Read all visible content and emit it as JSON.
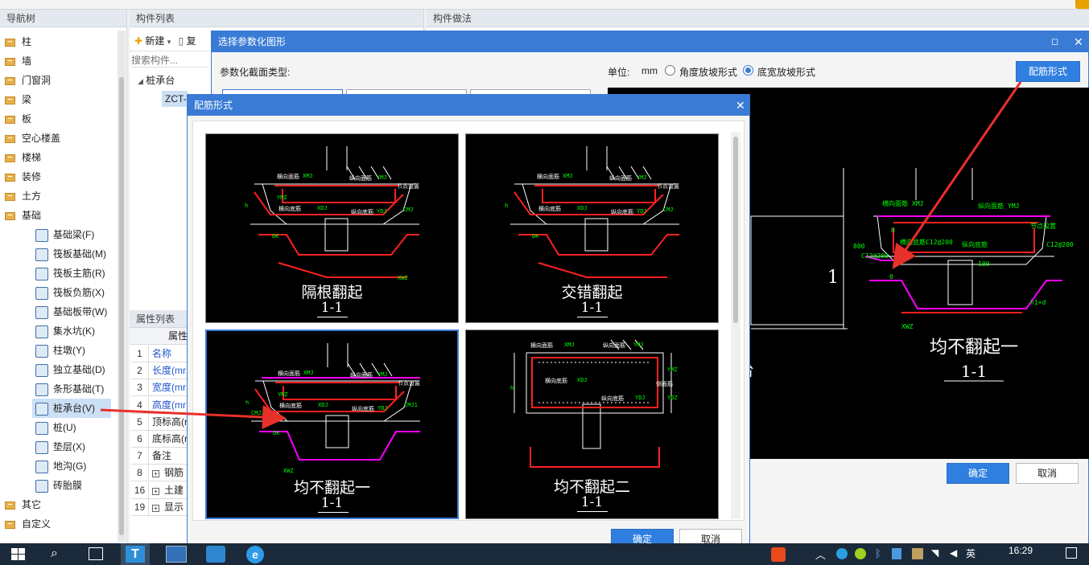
{
  "nav": {
    "title": "导航树",
    "folders_top": [
      "柱",
      "墙",
      "门窗洞",
      "梁",
      "板",
      "空心楼盖",
      "楼梯",
      "装修",
      "土方",
      "基础"
    ],
    "sub_items": [
      "基础梁(F)",
      "筏板基础(M)",
      "筏板主筋(R)",
      "筏板负筋(X)",
      "基础板带(W)",
      "集水坑(K)",
      "柱墩(Y)",
      "独立基础(D)",
      "条形基础(T)",
      "桩承台(V)",
      "桩(U)",
      "垫层(X)",
      "地沟(G)",
      "砖胎膜"
    ],
    "folders_bottom": [
      "其它",
      "自定义"
    ]
  },
  "component_list": {
    "title": "构件列表",
    "new_label": "新建",
    "new_arrow": "▾",
    "copy_label": "复",
    "search_placeholder": "搜索构件...",
    "tree_root": "桩承台",
    "tree_child": "ZCT-"
  },
  "component_method": {
    "title": "构件做法"
  },
  "properties": {
    "title": "属性列表",
    "header": "属性",
    "rows": [
      {
        "n": "1",
        "label": "名称"
      },
      {
        "n": "2",
        "label": "长度(mr"
      },
      {
        "n": "3",
        "label": "宽度(mr"
      },
      {
        "n": "4",
        "label": "高度(mr"
      },
      {
        "n": "5",
        "label": "顶标高(r"
      },
      {
        "n": "6",
        "label": "底标高(r"
      },
      {
        "n": "7",
        "label": "备注"
      },
      {
        "n": "8",
        "label": "钢筋"
      },
      {
        "n": "16",
        "label": "土建"
      },
      {
        "n": "19",
        "label": "显示"
      }
    ]
  },
  "param_dialog": {
    "title": "选择参数化图形",
    "section_type_label": "参数化截面类型:",
    "unit_label": "单位:",
    "unit_value": "mm",
    "radio_angle": "角度放坡形式",
    "radio_width": "底宽放坡形式",
    "rebar_button": "配筋形式",
    "ok": "确定",
    "cancel": "取消",
    "preview": {
      "caption": "均不翻起一",
      "section": "1-1",
      "section_mark": "1",
      "partial_char": "台",
      "labels": [
        "横向面筋",
        "XMJ",
        "纵向面筋",
        "YMJ",
        "节点设置",
        "横向底筋",
        "纵向底筋",
        "C12@200",
        "C12@200",
        "C12@200",
        "800",
        "100",
        "0",
        "0",
        "XWZ",
        "h1+d"
      ]
    }
  },
  "rebar_dialog": {
    "title": "配筋形式",
    "ok": "确定",
    "cancel": "取消",
    "options": [
      {
        "caption": "隔根翻起",
        "section": "1-1"
      },
      {
        "caption": "交错翻起",
        "section": "1-1"
      },
      {
        "caption": "均不翻起一",
        "section": "1-1"
      },
      {
        "caption": "均不翻起二",
        "section": "1-1"
      }
    ],
    "cad_labels": {
      "a": [
        "横向面筋",
        "XMJ",
        "纵向面筋",
        "YMJ",
        "节点设置",
        "横向底筋",
        "XDJ",
        "纵向底筋",
        "YDJ",
        "DK",
        "CMJ",
        "XWZ",
        "h",
        "YMZ"
      ],
      "b": [
        "横向面筋",
        "XMJ",
        "纵向面筋",
        "YMJ",
        "节点设置",
        "横向底筋",
        "XDJ",
        "纵向底筋",
        "YDJ",
        "DK",
        "CMJ",
        "h"
      ],
      "c": [
        "横向面筋",
        "XMJ",
        "纵向面筋",
        "YMJ",
        "节点设置",
        "横向底筋",
        "XDJ",
        "纵向底筋",
        "YDJ",
        "DK",
        "CMJ1",
        "CMJ2",
        "XWZ",
        "h",
        "YMZ"
      ],
      "d": [
        "横向面筋",
        "XMJ",
        "纵向面筋",
        "YMJ",
        "横向底筋",
        "XDJ",
        "纵向底筋",
        "YDJ",
        "侧面筋",
        "YMZ",
        "YDZ",
        "h"
      ]
    }
  },
  "taskbar": {
    "time": "16:29",
    "icons": [
      "windows-start-icon",
      "search-icon",
      "task-view-icon",
      "glodon-app-icon",
      "cad-app-icon",
      "tool-app-icon",
      "ie-browser-icon"
    ]
  },
  "colors": {
    "accent": "#3a7bd5",
    "cad_red": "#ff2020",
    "cad_magenta": "#ff00ff",
    "cad_green": "#00ff00",
    "cad_white": "#ffffff",
    "arrow_red": "#e8302b"
  }
}
